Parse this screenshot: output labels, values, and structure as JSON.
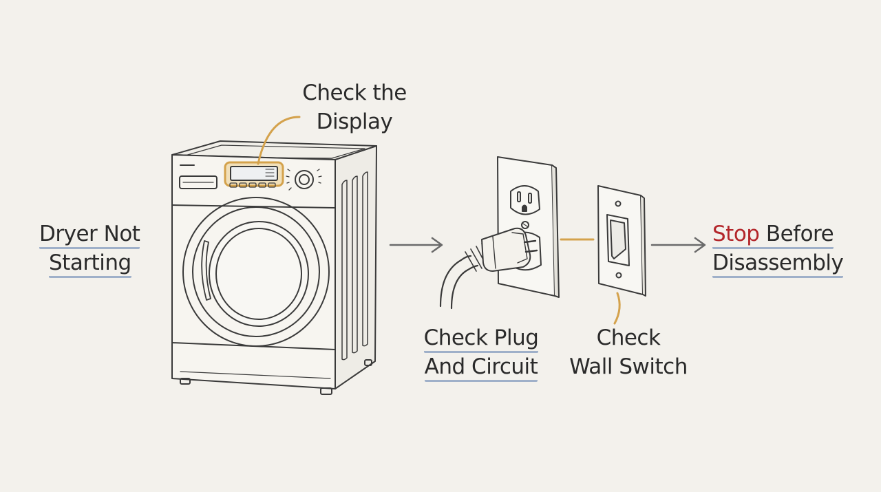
{
  "labels": {
    "start": {
      "line1": "Dryer Not",
      "line2": "Starting"
    },
    "display": {
      "line1": "Check the",
      "line2": "Display"
    },
    "plug": {
      "line1": "Check Plug",
      "line2": "And Circuit"
    },
    "switch": {
      "line1": "Check",
      "line2": "Wall Switch"
    },
    "end": {
      "line1_red": "Stop",
      "line1_rest": " Before",
      "line2": "Disassembly"
    }
  },
  "colors": {
    "background": "#f3f1ec",
    "ink": "#2a2a2a",
    "highlight": "#d4a24c",
    "underline": "#9fb0c9",
    "stop": "#b3262a"
  },
  "icons": [
    "dryer-icon",
    "power-outlet-icon",
    "power-plug-icon",
    "wall-switch-icon",
    "arrow-right-icon"
  ]
}
